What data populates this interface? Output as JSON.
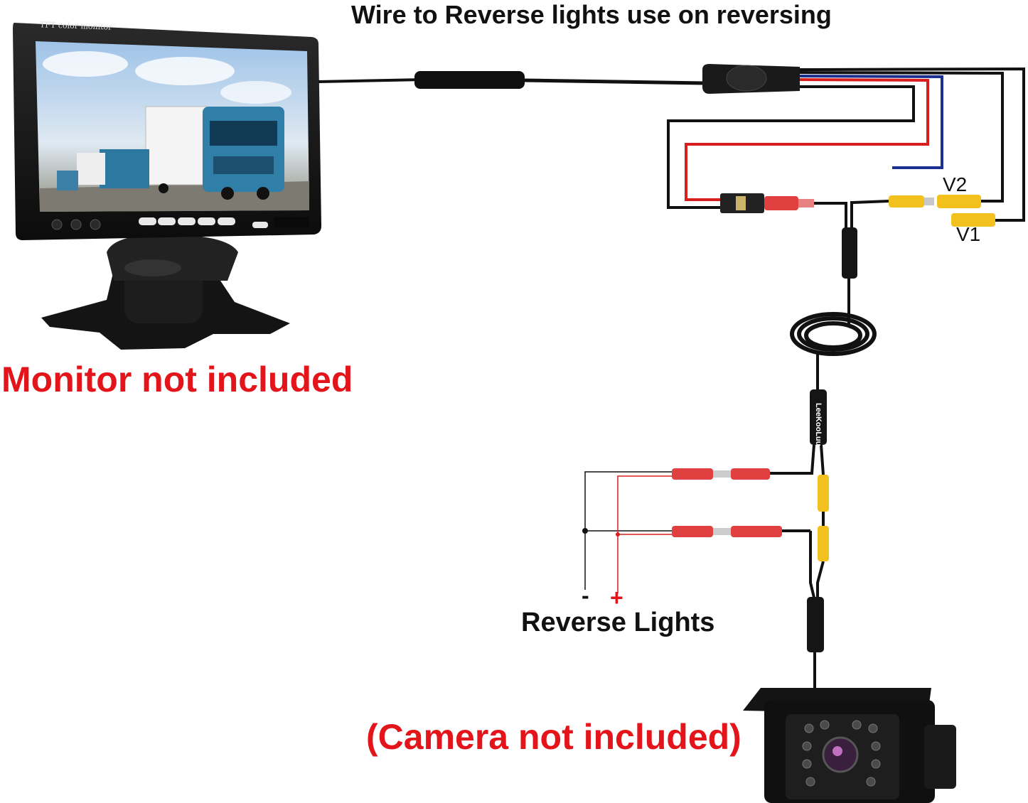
{
  "title": "Wire to Reverse lights use on reversing",
  "monitor_note": "Monitor not included",
  "camera_note": "(Camera not included)",
  "reverse_lights_label": "Reverse Lights",
  "negative_symbol": "-",
  "positive_symbol": "+",
  "video_input_1": "V1",
  "video_input_2": "V2",
  "monitor_screen_label": "TFT color monitor",
  "brand_label": "LeeKooLuu",
  "colors": {
    "note_red": "#e3141a",
    "wire_black": "#111111",
    "wire_red": "#d91e1e",
    "wire_blue": "#1b2f8f",
    "rca_yellow": "#f2c11d",
    "dc_red": "#e04040"
  }
}
